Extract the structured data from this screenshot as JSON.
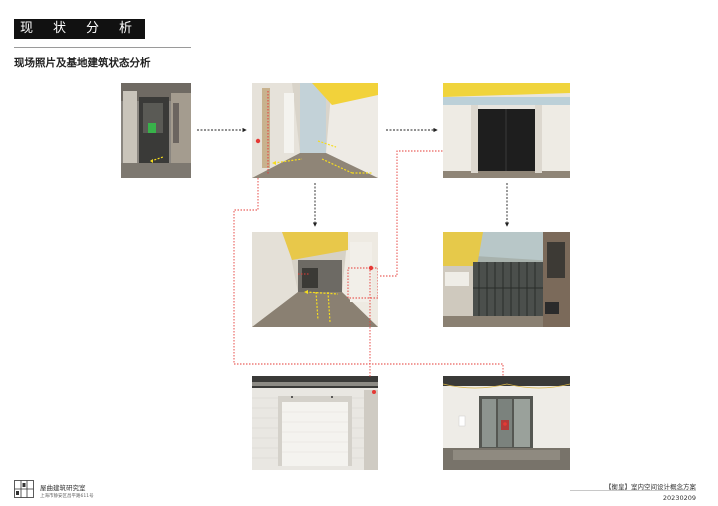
{
  "header": {
    "title": "现状分析",
    "subtitle": "现场照片及基地建筑状态分析"
  },
  "footer": {
    "studio_name": "屋曲建筑研究室",
    "studio_address": "上海市静安区昌平路611号",
    "project_name": "【衡皇】室内空间设计概念方案",
    "date": "20230209"
  },
  "colors": {
    "marker_red": "#e53935",
    "marker_yellow": "#f5dc1e",
    "arrow_black": "#222222",
    "title_bg": "#111111"
  }
}
